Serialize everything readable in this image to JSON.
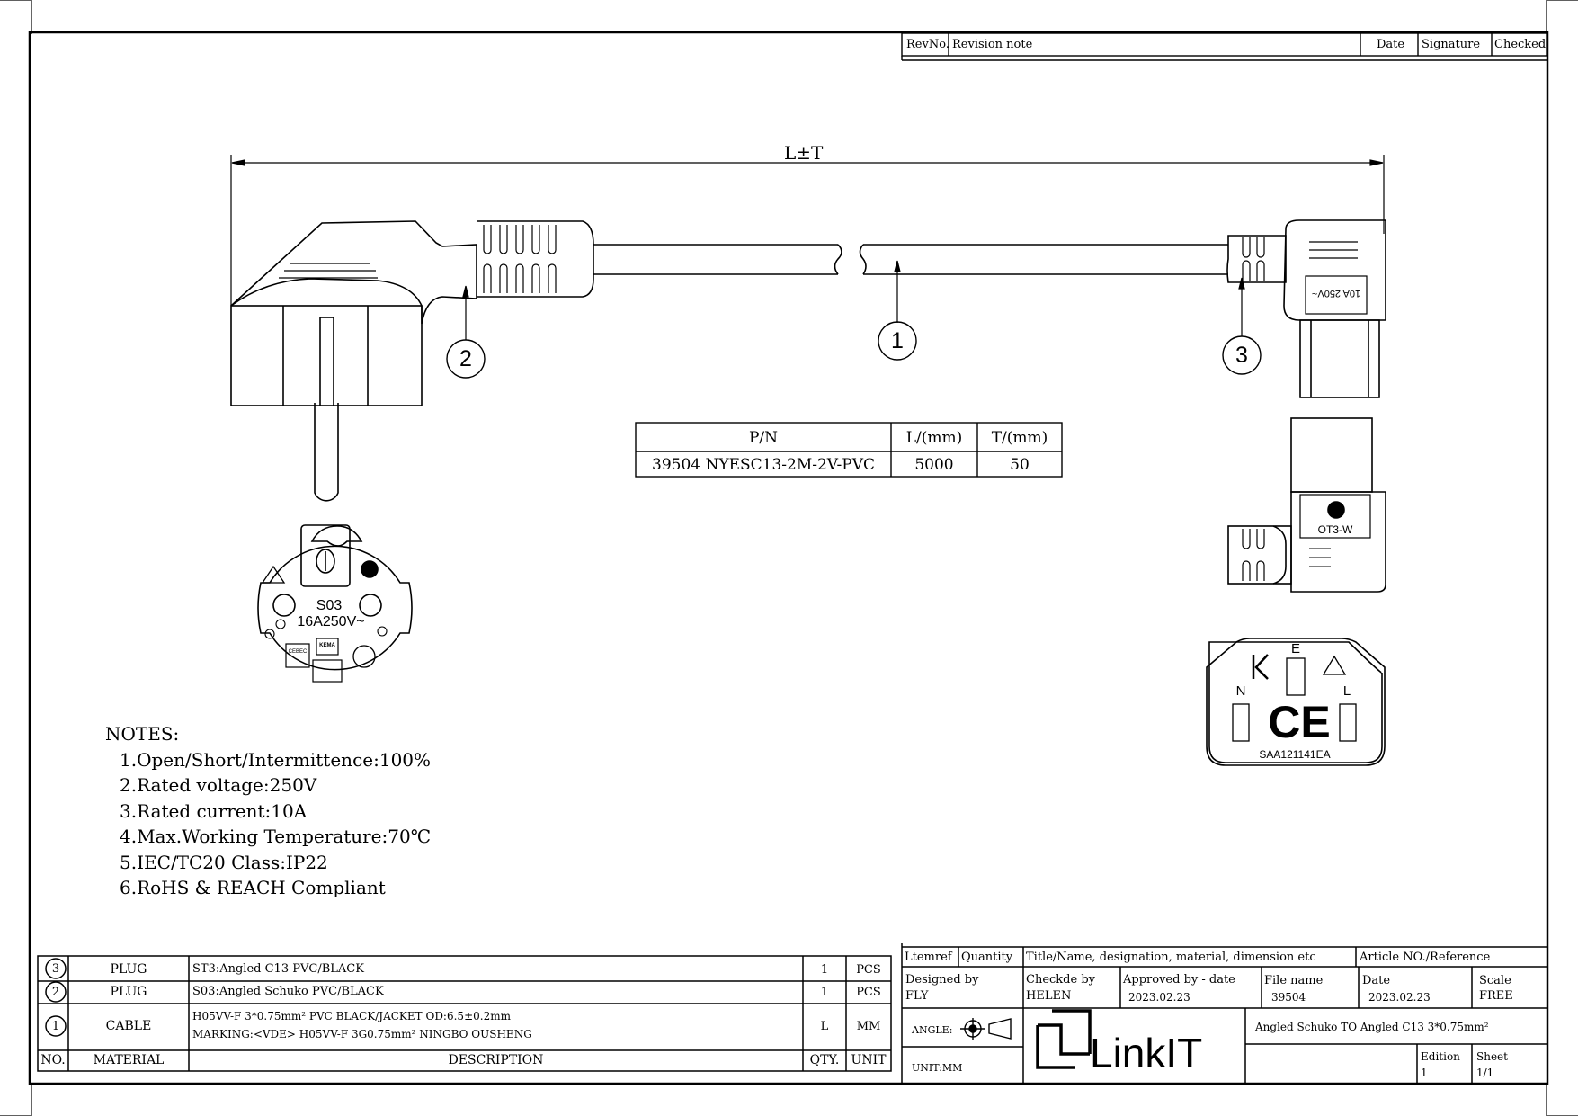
{
  "revision_table": {
    "headers": [
      "RevNo.",
      "Revision note",
      "Date",
      "Signature",
      "Checked"
    ]
  },
  "dimension": {
    "label": "L±T"
  },
  "callouts": [
    "1",
    "2",
    "3"
  ],
  "pn_table": {
    "headers": [
      "P/N",
      "L/(mm)",
      "T/(mm)"
    ],
    "rows": [
      [
        "39504 NYESC13-2M-2V-PVC",
        "5000",
        "50"
      ]
    ]
  },
  "schuko_face": {
    "model": "S03",
    "rating": "16A250V~",
    "marks": [
      "CEBEC",
      "KEMA"
    ]
  },
  "connector_label_back": "10A 250V~",
  "connector_label_side": "OT3-W",
  "c13_face": {
    "e": "E",
    "n": "N",
    "l": "L",
    "approval": "SAA121141EA",
    "ce": "CE"
  },
  "notes": {
    "title": "NOTES:",
    "items": [
      "1.Open/Short/Intermittence:100%",
      "2.Rated voltage:250V",
      "3.Rated current:10A",
      "4.Max.Working Temperature:70℃",
      "5.IEC/TC20 Class:IP22",
      "6.RoHS & REACH Compliant"
    ]
  },
  "bom": {
    "headers": [
      "NO.",
      "MATERIAL",
      "DESCRIPTION",
      "QTY.",
      "UNIT"
    ],
    "rows": [
      {
        "no": "3",
        "material": "PLUG",
        "desc": [
          "ST3:Angled C13 PVC/BLACK"
        ],
        "qty": "1",
        "unit": "PCS"
      },
      {
        "no": "2",
        "material": "PLUG",
        "desc": [
          "S03:Angled Schuko PVC/BLACK"
        ],
        "qty": "1",
        "unit": "PCS"
      },
      {
        "no": "1",
        "material": "CABLE",
        "desc": [
          "H05VV-F 3*0.75mm² PVC BLACK/JACKET OD:6.5±0.2mm",
          "MARKING:<VDE> H05VV-F 3G0.75mm² NINGBO OUSHENG"
        ],
        "qty": "L",
        "unit": "MM"
      }
    ]
  },
  "title_block": {
    "h_itemref": "Ltemref",
    "h_quantity": "Quantity",
    "h_title": "Title/Name, designation, material, dimension etc",
    "h_article": "Article NO./Reference",
    "designed_by_label": "Designed by",
    "designed_by": "FLY",
    "checked_by_label": "Checkde by",
    "checked_by": "HELEN",
    "approved_label": "Approved by - date",
    "approved_date": "2023.02.23",
    "file_name_label": "File name",
    "file_name": "39504",
    "date_label": "Date",
    "date": "2023.02.23",
    "scale_label": "Scale",
    "scale": "FREE",
    "angle_label": "ANGLE:",
    "unit_label": "UNIT:MM",
    "logo": "LinkIT",
    "product_title": "Angled Schuko TO Angled C13 3*0.75mm²",
    "edition_label": "Edition",
    "edition": "1",
    "sheet_label": "Sheet",
    "sheet": "1/1"
  }
}
